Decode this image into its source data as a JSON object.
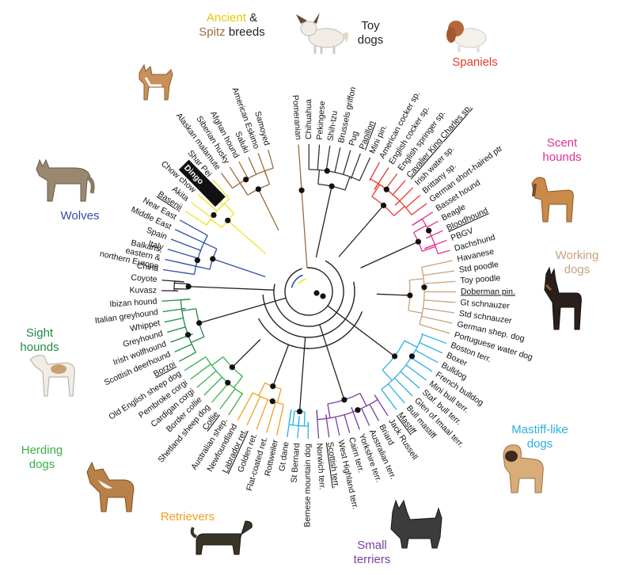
{
  "groups": [
    {
      "key": "ancient",
      "color": "#f2e22a",
      "labels": [
        [
          "Ancient",
          "#e8c800"
        ],
        [
          " & ",
          "#222222"
        ]
      ]
    },
    {
      "key": "spitz",
      "color": "#9b6b3d",
      "labels": [
        [
          "Spitz",
          "#9b6b3d"
        ],
        [
          " breeds",
          "#222222"
        ]
      ]
    },
    {
      "key": "toy",
      "color": "#333333",
      "text": "Toy dogs"
    },
    {
      "key": "spaniels",
      "color": "#e8382d",
      "text": "Spaniels"
    },
    {
      "key": "scent",
      "color": "#e0308f",
      "text": "Scent hounds"
    },
    {
      "key": "working",
      "color": "#c8a27a",
      "text": "Working dogs"
    },
    {
      "key": "mastiff",
      "color": "#2bb0e0",
      "text": "Mastiff-like dogs"
    },
    {
      "key": "terriers",
      "color": "#7a3fa0",
      "text": "Small terriers"
    },
    {
      "key": "retrievers",
      "color": "#f0a020",
      "text": "Retrievers"
    },
    {
      "key": "herding",
      "color": "#3cb04a",
      "text": "Herding dogs"
    },
    {
      "key": "sight",
      "color": "#1f8a45",
      "text": "Sight hounds"
    },
    {
      "key": "wolves",
      "color": "#2e4fa3",
      "text": "Wolves"
    }
  ],
  "breeds": [
    {
      "name": "Pomeranian",
      "group": "spitz"
    },
    {
      "name": "Chihuahua",
      "group": "toy"
    },
    {
      "name": "Pekingese",
      "group": "toy"
    },
    {
      "name": "Shih-tzu",
      "group": "toy"
    },
    {
      "name": "Brussels griffon",
      "group": "toy"
    },
    {
      "name": "Pug",
      "group": "toy"
    },
    {
      "name": "Papillon",
      "group": "toy",
      "underline": true
    },
    {
      "name": "Mini pin.",
      "group": "toy"
    },
    {
      "name": "American cocker sp.",
      "group": "spaniels"
    },
    {
      "name": "English cocker sp.",
      "group": "spaniels"
    },
    {
      "name": "English springer sp.",
      "group": "spaniels"
    },
    {
      "name": "Cavalier King Charles sp.",
      "group": "spaniels",
      "underline": true
    },
    {
      "name": "Irish water sp.",
      "group": "spaniels"
    },
    {
      "name": "Brittany sp.",
      "group": "spaniels"
    },
    {
      "name": "German short-haired ptr",
      "group": "spaniels"
    },
    {
      "name": "Basset hound",
      "group": "scent"
    },
    {
      "name": "Beagle",
      "group": "scent"
    },
    {
      "name": "Bloodhound",
      "group": "scent",
      "underline": true
    },
    {
      "name": "PBGV",
      "group": "scent"
    },
    {
      "name": "Dachshund",
      "group": "scent"
    },
    {
      "name": "Havanese",
      "group": "working"
    },
    {
      "name": "Std poodle",
      "group": "working"
    },
    {
      "name": "Toy poodle",
      "group": "working"
    },
    {
      "name": "Doberman pin.",
      "group": "working",
      "underline": true
    },
    {
      "name": "Gt schnauzer",
      "group": "working"
    },
    {
      "name": "Std schnauzer",
      "group": "working"
    },
    {
      "name": "German shep. dog",
      "group": "working"
    },
    {
      "name": "Portuguese water dog",
      "group": "working"
    },
    {
      "name": "Boston terr.",
      "group": "mastiff"
    },
    {
      "name": "Boxer",
      "group": "mastiff"
    },
    {
      "name": "Bulldog",
      "group": "mastiff"
    },
    {
      "name": "French bulldog",
      "group": "mastiff"
    },
    {
      "name": "Mini bull terr.",
      "group": "mastiff"
    },
    {
      "name": "Staf. bull terr.",
      "group": "mastiff"
    },
    {
      "name": "Glen of Imaal terr.",
      "group": "mastiff"
    },
    {
      "name": "Bull mastiff",
      "group": "mastiff"
    },
    {
      "name": "Mastiff",
      "group": "mastiff",
      "underline": true
    },
    {
      "name": "Jack Russell",
      "group": "terriers"
    },
    {
      "name": "Briard",
      "group": "terriers"
    },
    {
      "name": "Australian terr.",
      "group": "terriers"
    },
    {
      "name": "Yorkshire terr.",
      "group": "terriers"
    },
    {
      "name": "Cairn terr.",
      "group": "terriers"
    },
    {
      "name": "West Highland terr.",
      "group": "terriers"
    },
    {
      "name": "Scottish terr.",
      "group": "terriers",
      "underline": true
    },
    {
      "name": "Norwich terr.",
      "group": "terriers"
    },
    {
      "name": "Bernese mountain dog",
      "group": "mastiff"
    },
    {
      "name": "St Bernard",
      "group": "mastiff"
    },
    {
      "name": "Gt dane",
      "group": "mastiff"
    },
    {
      "name": "Rottweiler",
      "group": "retrievers"
    },
    {
      "name": "Flat-coated ret.",
      "group": "retrievers"
    },
    {
      "name": "Golden ret.",
      "group": "retrievers"
    },
    {
      "name": "Labrador ret.",
      "group": "retrievers",
      "underline": true
    },
    {
      "name": "Newfoundland",
      "group": "retrievers"
    },
    {
      "name": "Australian shep.",
      "group": "herding"
    },
    {
      "name": "Collie",
      "group": "herding",
      "underline": true
    },
    {
      "name": "Shetland sheep dog",
      "group": "herding"
    },
    {
      "name": "Border collie",
      "group": "herding"
    },
    {
      "name": "Cardigan corgi",
      "group": "herding"
    },
    {
      "name": "Pembroke corgi",
      "group": "herding"
    },
    {
      "name": "Old English sheep dog",
      "group": "herding"
    },
    {
      "name": "Borzoi",
      "group": "sight",
      "underline": true
    },
    {
      "name": "Scottish deerhound",
      "group": "sight"
    },
    {
      "name": "Irish wolfhound",
      "group": "sight"
    },
    {
      "name": "Greyhound",
      "group": "sight"
    },
    {
      "name": "Whippet",
      "group": "sight"
    },
    {
      "name": "Italian greyhound",
      "group": "sight"
    },
    {
      "name": "Ibizan hound",
      "group": "sight"
    },
    {
      "name": "Kuvasz",
      "group": "other"
    },
    {
      "name": "Coyote",
      "group": "other"
    },
    {
      "name": "China",
      "group": "wolves"
    },
    {
      "name": "Balkans, eastern & northern Europe",
      "group": "wolves",
      "lines": [
        "Balkans,",
        "eastern &",
        "northern Europe"
      ]
    },
    {
      "name": "Italy",
      "group": "wolves"
    },
    {
      "name": "Spain",
      "group": "wolves"
    },
    {
      "name": "Middle East",
      "group": "wolves"
    },
    {
      "name": "Near East",
      "group": "wolves"
    },
    {
      "name": "Basenji",
      "group": "ancient",
      "underline": true
    },
    {
      "name": "Akita",
      "group": "ancient"
    },
    {
      "name": "Chow chow",
      "group": "ancient"
    },
    {
      "name": "Dingo",
      "group": "ancient",
      "badge": true
    },
    {
      "name": "Shar Pei",
      "group": "ancient"
    },
    {
      "name": "Alaskan malamute",
      "group": "spitz"
    },
    {
      "name": "Siberian husky",
      "group": "spitz"
    },
    {
      "name": "Afghan hound",
      "group": "spitz"
    },
    {
      "name": "Saluki",
      "group": "spitz"
    },
    {
      "name": "American Eskimo",
      "group": "spitz"
    },
    {
      "name": "Samoyed",
      "group": "spitz"
    }
  ]
}
